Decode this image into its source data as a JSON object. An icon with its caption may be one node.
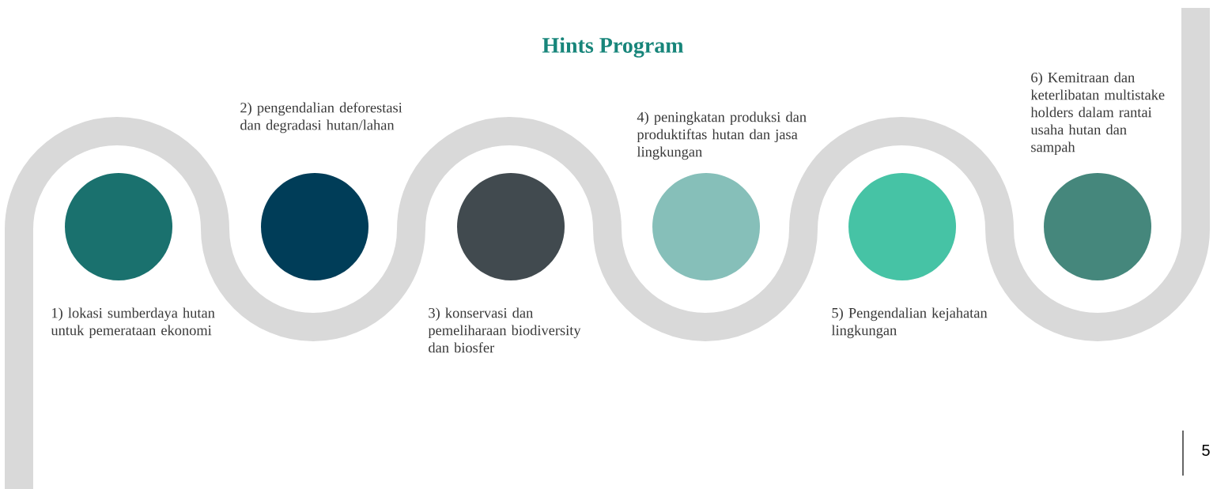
{
  "diagram": {
    "title": "Hints Program",
    "nodes": [
      {
        "text": [],
        "shape": "circle",
        "beside": [
          "1) lokasi sumberdaya hutan untuk pemerataan ekonomi"
        ]
      },
      {
        "text": [],
        "shape": "circle",
        "beside": [
          "2) pengendalian deforestasi dan degradasi hutan/lahan"
        ]
      },
      {
        "text": [],
        "shape": "circle",
        "beside": [
          "3) konservasi dan pemeliharaan biodiversity dan biosfer"
        ]
      },
      {
        "text": [],
        "shape": "circle",
        "beside": [
          "4) peningkatan produksi dan produktiftas hutan dan jasa lingkungan"
        ]
      },
      {
        "text": [],
        "shape": "circle",
        "beside": [
          "5) Pengendalian kejahatan lingkungan"
        ]
      },
      {
        "text": [],
        "shape": "circle",
        "beside": [
          "6) Kemitraan dan keterlibatan multistake holders dalam rantai usaha hutan dan sampah"
        ]
      }
    ],
    "labels": [
      "5"
    ]
  }
}
